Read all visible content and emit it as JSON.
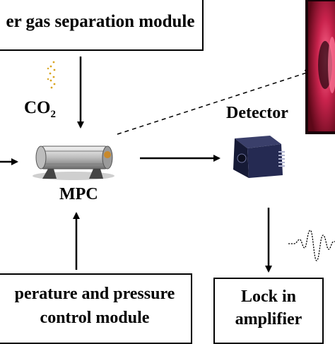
{
  "boxes": {
    "gas_separation": "er gas separation module",
    "temp_pressure_line1": "perature and pressure",
    "temp_pressure_line2": "control module",
    "lockin_line1": "Lock in",
    "lockin_line2": "amplifier"
  },
  "labels": {
    "co2_main": "CO",
    "co2_subscript": "2",
    "detector": "Detector",
    "mpc": "MPC"
  },
  "colors": {
    "stroke": "#000000",
    "co2_dots": "#d9a520",
    "display_bg": "#8a0f2a",
    "display_glow": "#ff4f7a"
  }
}
